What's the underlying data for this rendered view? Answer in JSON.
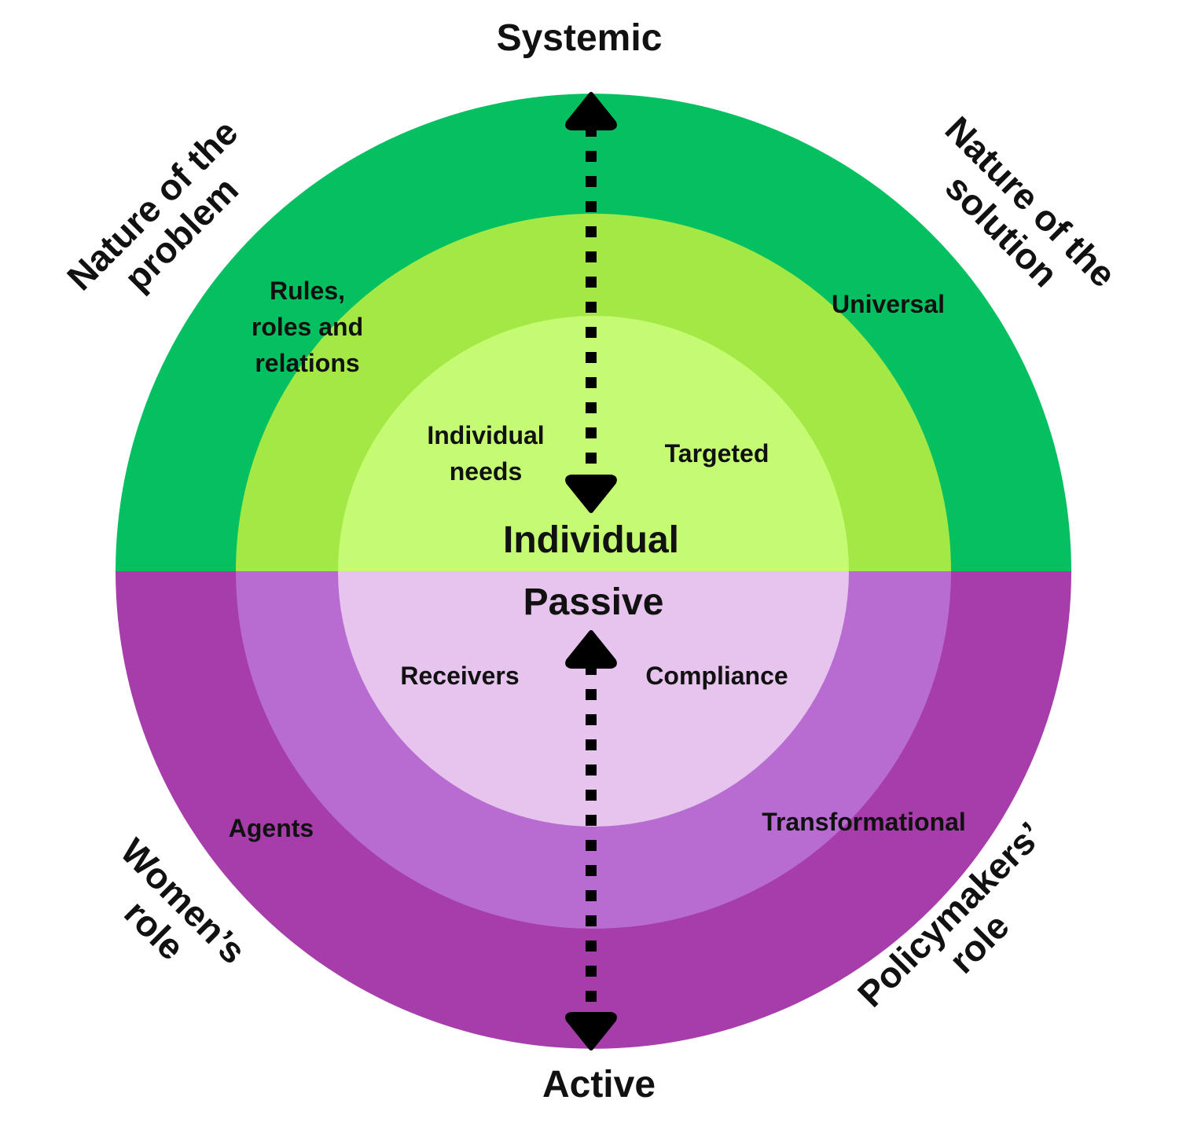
{
  "colors": {
    "outer_green": "#05C060",
    "middle_green": "#A3E845",
    "inner_green": "#C4FB72",
    "outer_purple": "#A63DAA",
    "middle_purple": "#B86CD2",
    "inner_purple": "#E6C4EE",
    "arrow": "#000000",
    "text": "#111111"
  },
  "axis": {
    "top": "Systemic",
    "center_top": "Individual",
    "center_bottom": "Passive",
    "bottom": "Active"
  },
  "quadrant_titles": {
    "top_left": [
      "Nature of the",
      "problem"
    ],
    "top_right": [
      "Nature of the",
      "solution"
    ],
    "bottom_left": [
      "Women’s",
      "role"
    ],
    "bottom_right": [
      "Policymakers’",
      "role"
    ]
  },
  "ring_labels": {
    "top_left_outer": [
      "Rules,",
      "roles and",
      "relations"
    ],
    "top_left_inner": [
      "Individual",
      "needs"
    ],
    "top_right_outer": "Universal",
    "top_right_inner": "Targeted",
    "bottom_left_inner": "Receivers",
    "bottom_left_outer": "Agents",
    "bottom_right_inner": "Compliance",
    "bottom_right_outer": "Transformational"
  }
}
